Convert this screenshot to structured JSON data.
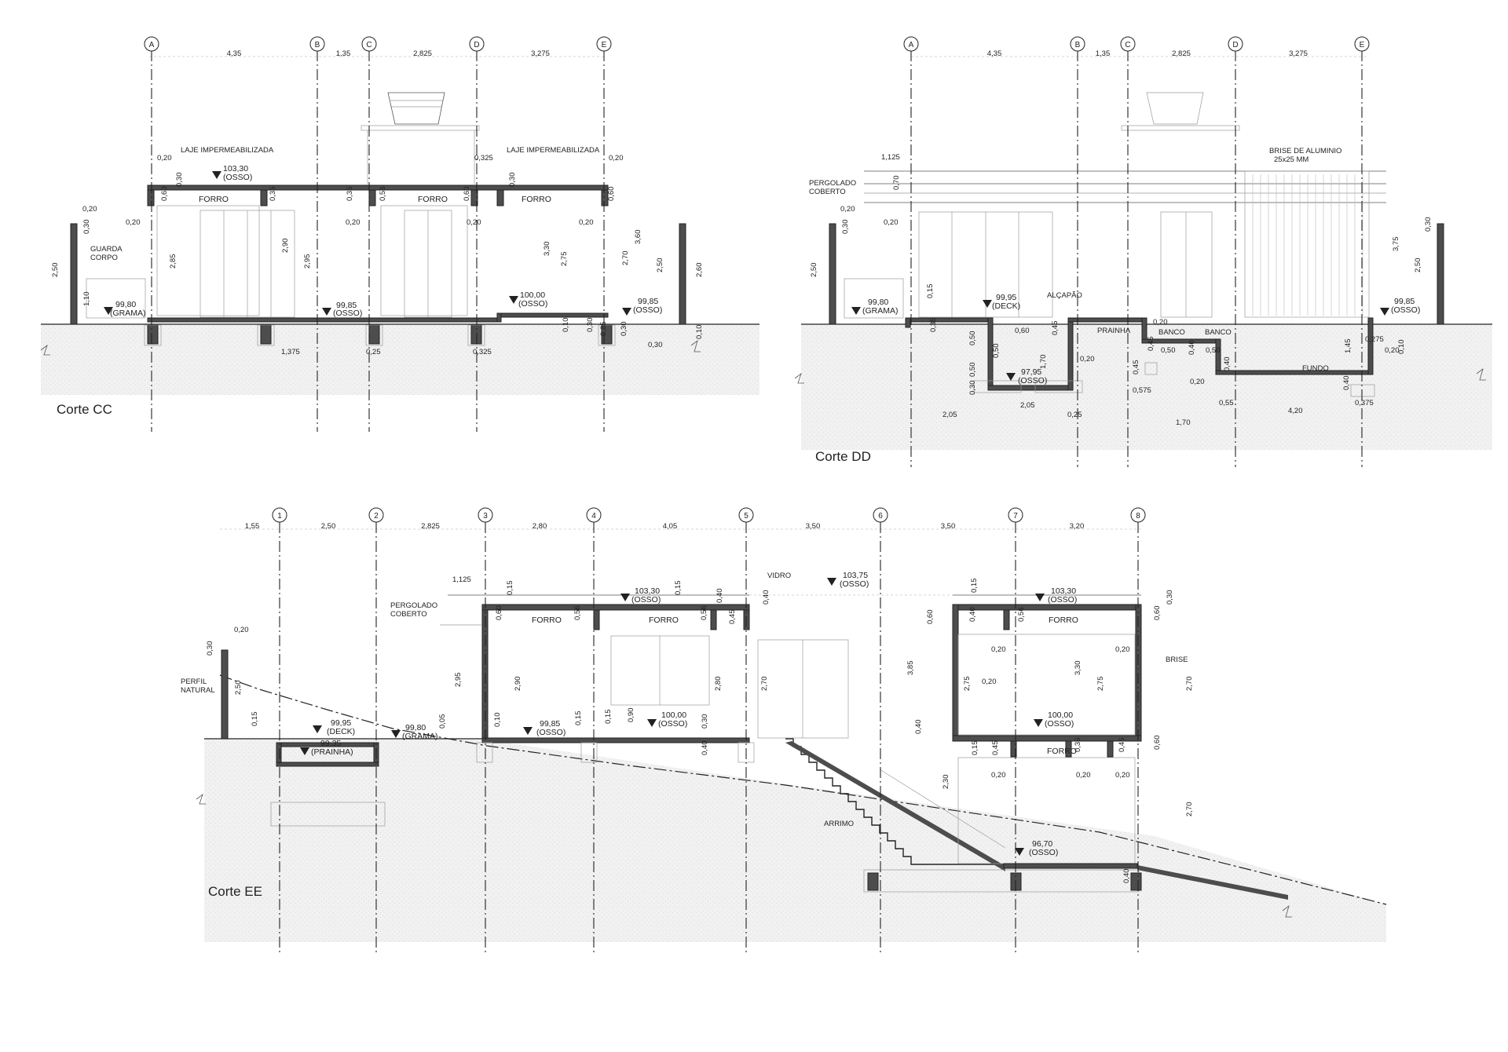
{
  "sections": {
    "cc": {
      "title": "Corte CC",
      "axes": [
        "A",
        "B",
        "C",
        "D",
        "E"
      ],
      "spans": [
        "4,35",
        "1,35",
        "2,825",
        "3,275"
      ],
      "dims": {
        "parapet_l": "0,20",
        "parapet_r": "0,20",
        "p325": "0,325",
        "slab_a": "0,30",
        "slab_b": "0,60",
        "beam_a": "0,35",
        "beam_b": "0,56",
        "beam_c": "0,35",
        "slab_d": "0,60",
        "slab_e": "0,30",
        "slab_f": "0,60",
        "gap_a": "0,20",
        "gap_b": "0,20",
        "gap_c": "0,20",
        "gap_d": "0,20",
        "h285": "2,85",
        "h295": "2,95",
        "h290": "2,90",
        "h330": "3,30",
        "h275": "2,75",
        "h270": "2,70",
        "h360": "3,60",
        "h250r": "2,50",
        "h260": "2,60",
        "wall_top": "0,20",
        "wall_cap": "0,30",
        "wall_h": "2,50",
        "wall_110": "1,10",
        "sl_010": "0,10",
        "sl_030": "0,30",
        "ftg_035": "0,35",
        "ftg_030": "0,30",
        "ftg_010": "0,10",
        "bay1375": "1,375",
        "p025": "0,25",
        "p325b": "0,325",
        "cap_r": "0,30"
      },
      "labels": {
        "laje_l": "LAJE IMPERMEABILIZADA",
        "laje_r": "LAJE IMPERMEABILIZADA",
        "forro1": "FORRO",
        "forro2": "FORRO",
        "forro3": "FORRO",
        "guarda1": "GUARDA",
        "guarda2": "CORPO"
      },
      "levels": [
        {
          "v": "103,30",
          "s": "(OSSO)"
        },
        {
          "v": "99,80",
          "s": "(GRAMA)"
        },
        {
          "v": "99,85",
          "s": "(OSSO)"
        },
        {
          "v": "100,00",
          "s": "(OSSO)"
        },
        {
          "v": "99,85",
          "s": "(OSSO)"
        }
      ]
    },
    "dd": {
      "title": "Corte DD",
      "axes": [
        "A",
        "B",
        "C",
        "D",
        "E"
      ],
      "spans": [
        "4,35",
        "1,35",
        "2,825",
        "3,275"
      ],
      "dims": {
        "d1125": "1,125",
        "d070": "0,70",
        "d020a": "0,20",
        "d020b": "0,20",
        "d030": "0,30",
        "d250": "2,50",
        "d015": "0,15",
        "d375": "3,75",
        "d250r": "2,50",
        "d030r": "0,30",
        "d035": "0,35",
        "d050a": "0,50",
        "d060": "0,60",
        "d170": "1,70",
        "d045a": "0,45",
        "d050b": "0,50",
        "d030b": "0,30",
        "d050c": "0,50",
        "d020c": "0,20",
        "d020d": "0,20",
        "d045b": "0,45",
        "d050d": "0,50",
        "d040a": "0,40",
        "d050e": "0,50",
        "d045c": "0,45",
        "d020e": "0,20",
        "d040b": "0,40",
        "d0575": "0,575",
        "d055": "0,55",
        "d145": "1,45",
        "d0275": "0,275",
        "d010": "0,10",
        "d020f": "0,20",
        "d040c": "0,40",
        "d0375": "0,375",
        "d205a": "2,05",
        "d205b": "2,05",
        "d025": "0,25",
        "d170b": "1,70",
        "d420": "4,20"
      },
      "labels": {
        "pergolado1": "PERGOLADO",
        "pergolado2": "COBERTO",
        "brise1": "BRISE DE ALUMINIO",
        "brise2": "25x25 MM",
        "alcapao": "ALÇAPÃO",
        "prainha": "PRAINHA",
        "banco1": "BANCO",
        "banco2": "BANCO",
        "fundo": "FUNDO"
      },
      "levels": [
        {
          "v": "99,80",
          "s": "(GRAMA)"
        },
        {
          "v": "99,95",
          "s": "(DECK)"
        },
        {
          "v": "97,95",
          "s": "(OSSO)"
        },
        {
          "v": "99,85",
          "s": "(OSSO)"
        }
      ]
    },
    "ee": {
      "title": "Corte EE",
      "axes": [
        "1",
        "2",
        "3",
        "4",
        "5",
        "6",
        "7",
        "8"
      ],
      "spans": [
        "1,55",
        "2,50",
        "2,825",
        "2,80",
        "4,05",
        "3,50",
        "3,50",
        "3,20"
      ],
      "dims": {
        "e1125": "1,125",
        "e015a": "0,15",
        "e015b": "0,15",
        "e040a": "0,40",
        "e040b": "0,40",
        "e060a": "0,60",
        "e056a": "0,56",
        "e056b": "0,56",
        "e045a": "0,45",
        "e060b": "0,60",
        "e040c": "0,40",
        "e056c": "0,56",
        "e060c": "0,60",
        "e030a": "0,30",
        "e015c": "0,15",
        "e020a": "0,20",
        "e030b": "0,30",
        "e250": "2,50",
        "e015d": "0,15",
        "e010": "0,10",
        "e295": "2,95",
        "e290": "2,90",
        "e280": "2,80",
        "e270": "2,70",
        "e385": "3,85",
        "e275a": "2,75",
        "e275b": "2,75",
        "e330": "3,30",
        "e270r": "2,70",
        "e015e": "0,15",
        "e015f": "0,15",
        "e090": "0,90",
        "e030c": "0,30",
        "e040d": "0,40",
        "e040e": "0,40",
        "e020b": "0,20",
        "e020c": "0,20",
        "e020d": "0,20",
        "e020e": "0,20",
        "e020f": "0,20",
        "e015g": "0,15",
        "e045b": "0,45",
        "e035": "0,35",
        "e045c": "0,45",
        "e060d": "0,60",
        "e230": "2,30",
        "e270b": "2,70",
        "e040f": "0,40",
        "e005": "0,05",
        "e020g": "0,20"
      },
      "labels": {
        "vidro": "VIDRO",
        "pergolado1": "PERGOLADO",
        "pergolado2": "COBERTO",
        "perfil1": "PERFIL",
        "perfil2": "NATURAL",
        "brise": "BRISE",
        "arrimo": "ARRIMO",
        "forro1": "FORRO",
        "forro2": "FORRO",
        "forro3": "FORRO",
        "forro4": "FORRO"
      },
      "levels": [
        {
          "v": "103,75",
          "s": "(OSSO)"
        },
        {
          "v": "103,30",
          "s": "(OSSO)"
        },
        {
          "v": "103,30",
          "s": "(OSSO)"
        },
        {
          "v": "99,95",
          "s": "(DECK)"
        },
        {
          "v": "99,35",
          "s": "(PRAINHA)"
        },
        {
          "v": "99,80",
          "s": "(GRAMA)"
        },
        {
          "v": "99,85",
          "s": "(OSSO)"
        },
        {
          "v": "100,00",
          "s": "(OSSO)"
        },
        {
          "v": "100,00",
          "s": "(OSSO)"
        },
        {
          "v": "96,70",
          "s": "(OSSO)"
        }
      ]
    }
  }
}
